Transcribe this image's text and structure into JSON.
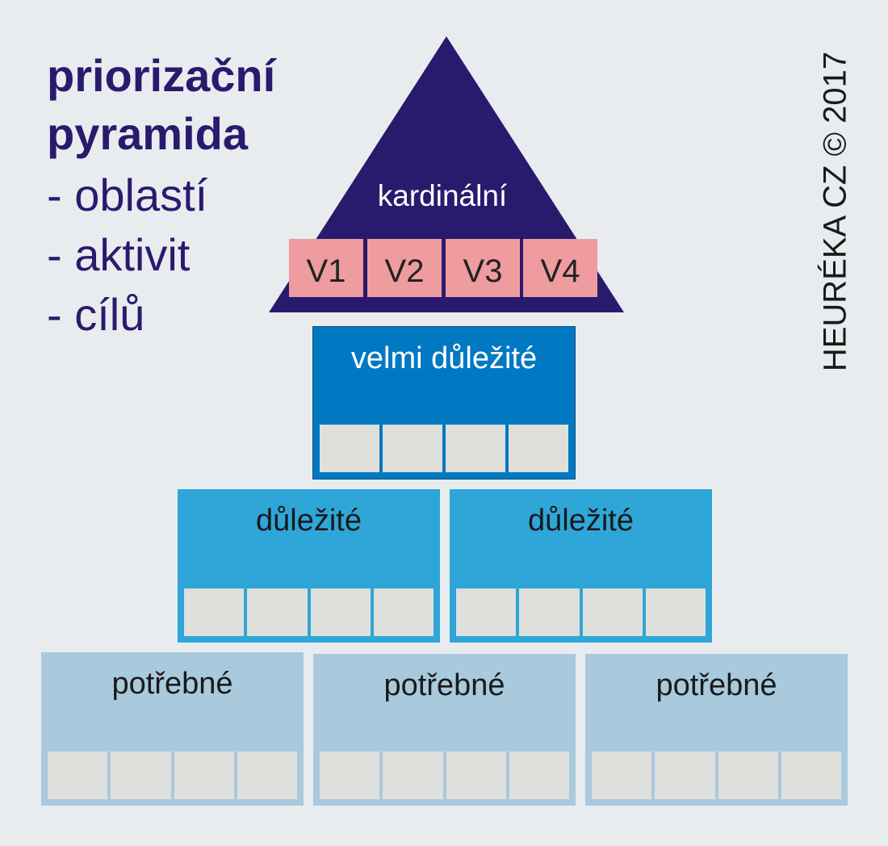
{
  "title": {
    "line1": "priorizační",
    "line2": "pyramida",
    "items": [
      "- oblastí",
      "- aktivit",
      "- cílů"
    ]
  },
  "apex": {
    "label": "kardinální",
    "values": [
      "V1",
      "V2",
      "V3",
      "V4"
    ]
  },
  "tiers": {
    "very_important": {
      "label": "velmi důležité"
    },
    "important": [
      {
        "label": "důležité"
      },
      {
        "label": "důležité"
      }
    ],
    "needed": [
      {
        "label": "potřebné"
      },
      {
        "label": "potřebné"
      },
      {
        "label": "potřebné"
      }
    ]
  },
  "copyright": "HEURÉKA CZ © 2017",
  "colors": {
    "background": "#e8ecef",
    "apex": "#2a1a6e",
    "value_box": "#ee9ca0",
    "very_important": "#0079c2",
    "important": "#2fa6d8",
    "needed": "#a9c9dd",
    "cell": "#dfdfdc"
  }
}
